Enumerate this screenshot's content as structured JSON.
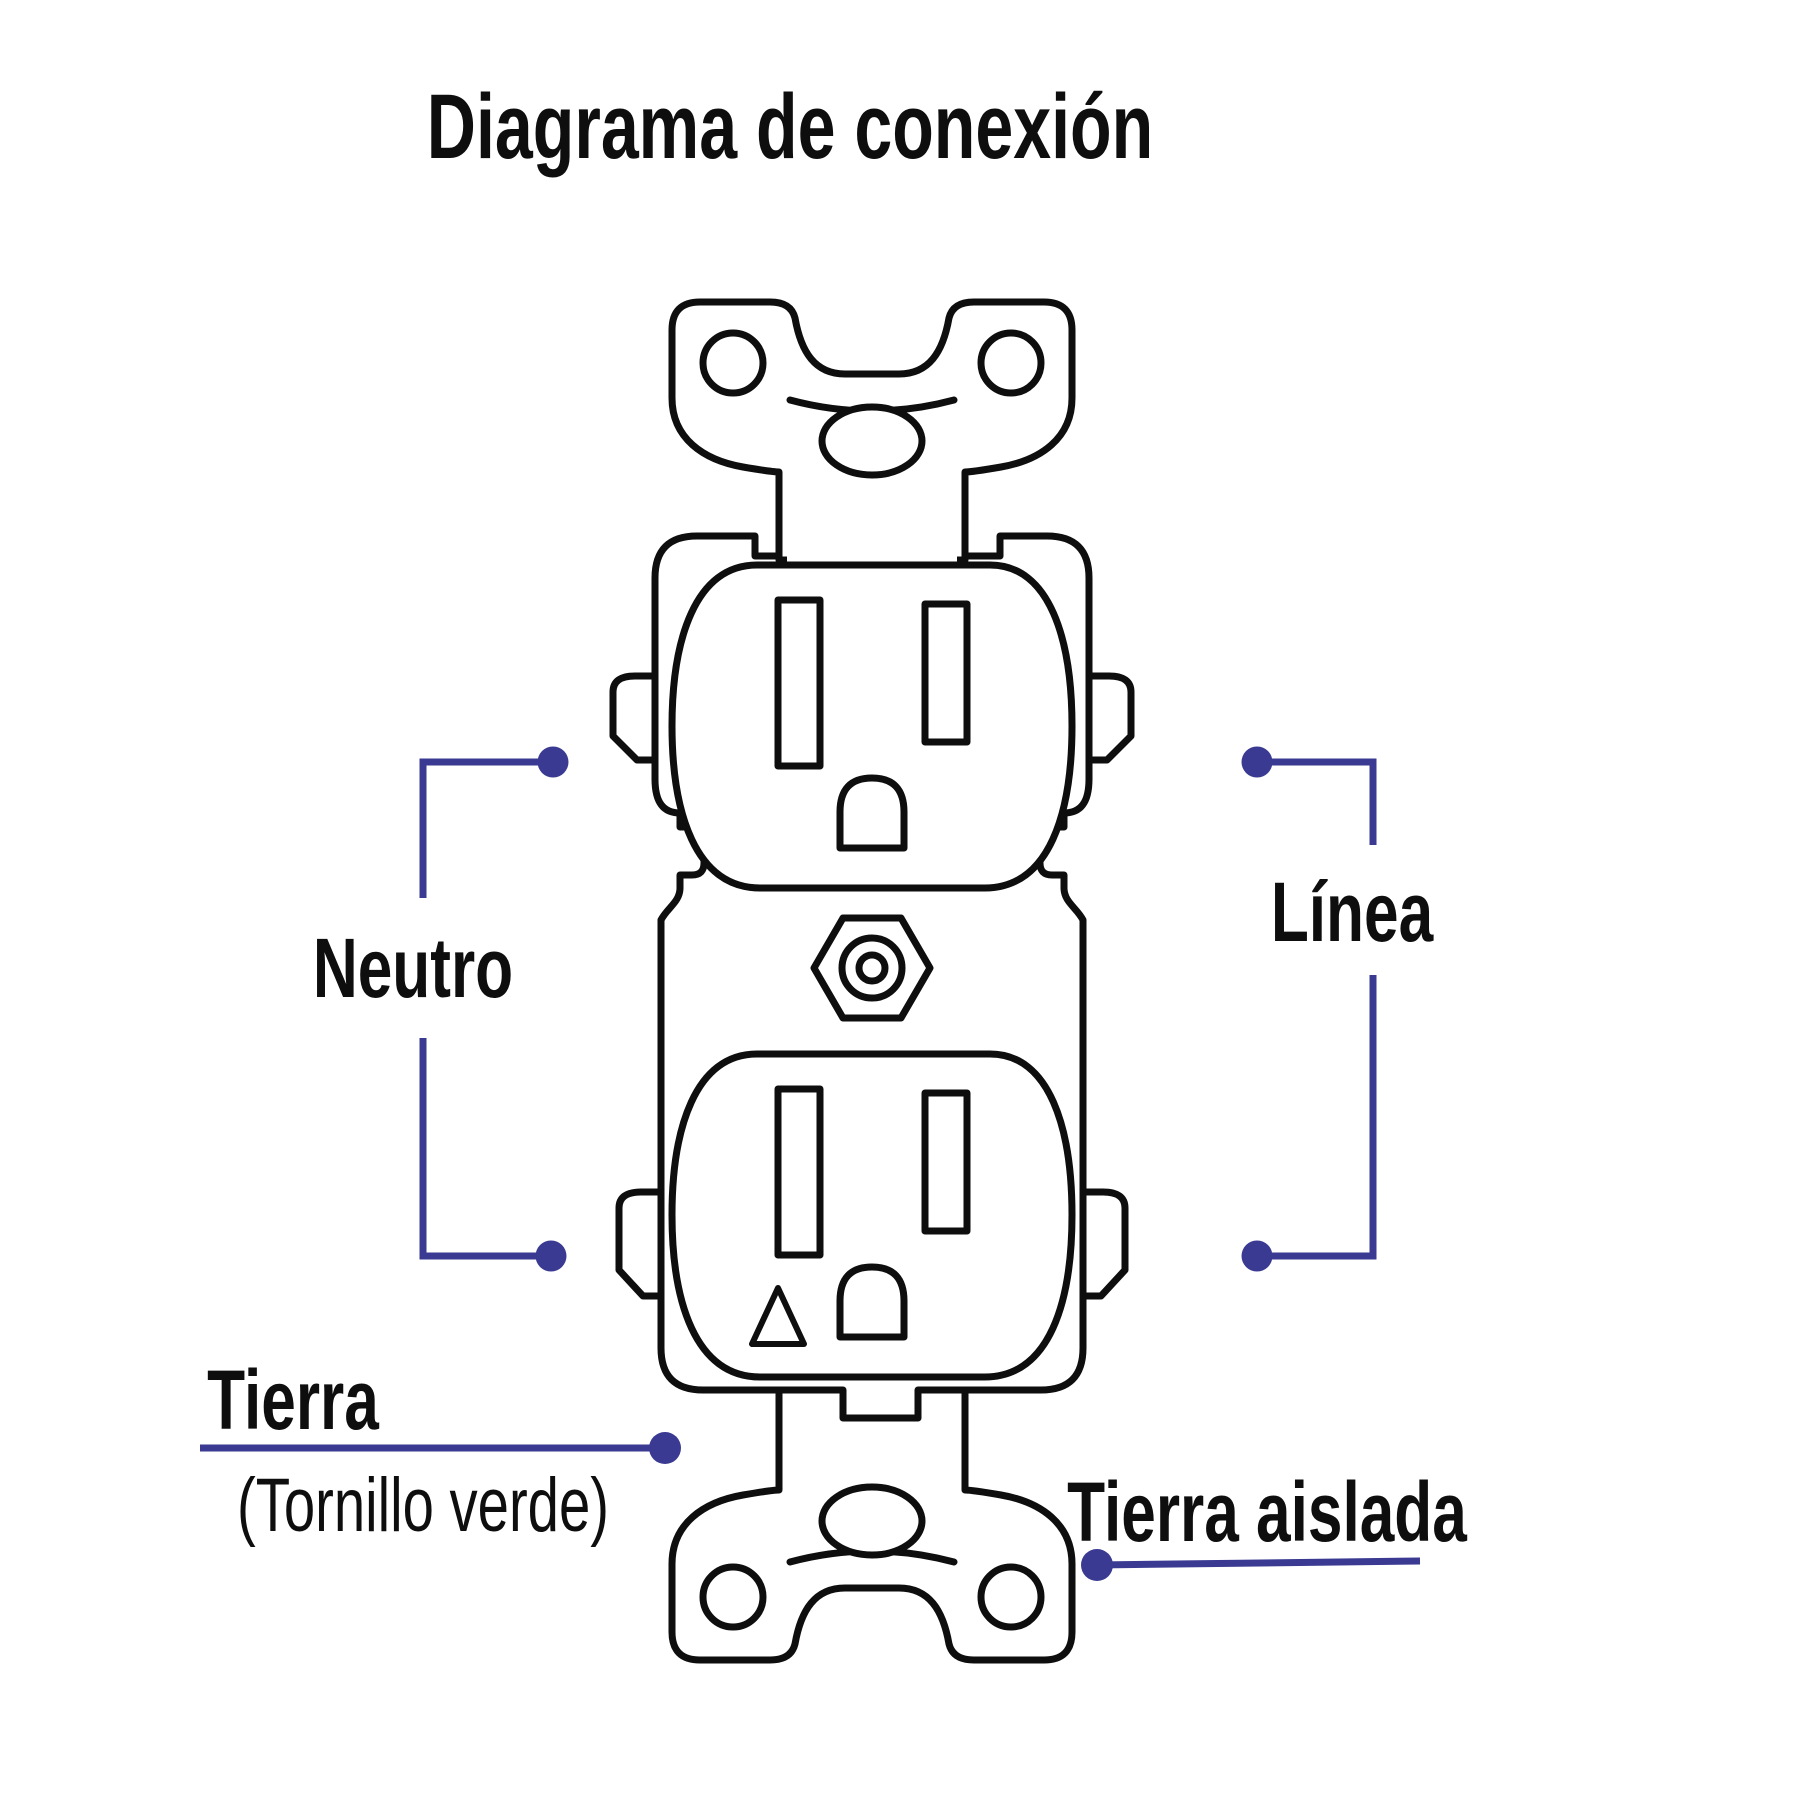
{
  "title": "Diagrama de conexión",
  "colors": {
    "wire": "#3a3a92",
    "ink": "#0e0e0e",
    "paper": "#ffffff"
  },
  "callouts": {
    "neutral": {
      "label": "Neutro",
      "side": "left",
      "terminals": 2
    },
    "line": {
      "label": "Línea",
      "side": "right",
      "terminals": 2
    },
    "ground": {
      "label": "Tierra",
      "note": "(Tornillo verde)",
      "side": "bottom-left"
    },
    "isolated_ground": {
      "label": "Tierra aislada",
      "side": "bottom-right"
    }
  },
  "figure": {
    "kind": "duplex-receptacle-front-view",
    "outlets": 2,
    "marks": [
      "isolated-ground-triangle"
    ]
  }
}
